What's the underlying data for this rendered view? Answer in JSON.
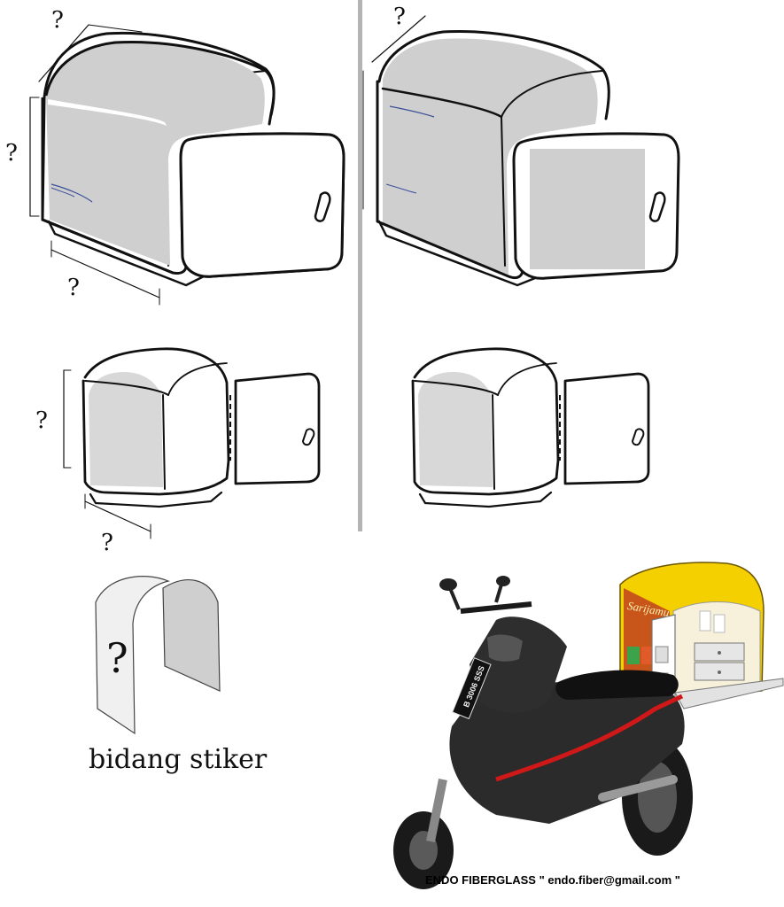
{
  "dimension_labels": {
    "top_left_depth": "?",
    "top_left_height": "?",
    "top_left_width": "?",
    "top_right_depth": "?",
    "mid_left_height": "?",
    "mid_left_width": "?"
  },
  "sticker_area": {
    "mark": "?",
    "caption": "bidang stiker"
  },
  "photo": {
    "plate": "B 3006 SSS",
    "box_brand": "Sarijamu"
  },
  "credit": "ENDO FIBERGLASS \" endo.fiber@gmail.com \"",
  "colors": {
    "panel_grey": "#cfcfcf",
    "panel_grey_light": "#d8d8d8",
    "outline": "#111111",
    "divider": "#b4b4b4",
    "box_yellow": "#f4d000",
    "box_orange": "#c8551a"
  }
}
